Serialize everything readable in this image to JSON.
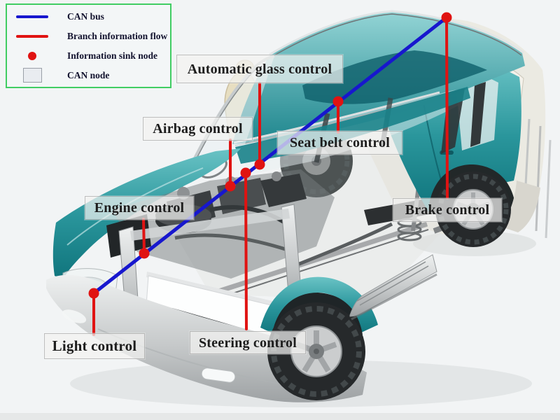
{
  "diagram": {
    "type": "car-can-bus-cutaway-diagram",
    "background_color": "#f2f4f5"
  },
  "colors": {
    "can_bus_blue": "#1717ce",
    "branch_red": "#e01312",
    "legend_border_green": "#41cd63",
    "car_teal": "#2a969c",
    "label_text": "#1d1d1d",
    "label_box_bg": "rgba(243,243,241,0.72)"
  },
  "legend": {
    "items": [
      {
        "icon": "blue-line-swatch",
        "label": "CAN bus"
      },
      {
        "icon": "red-line-swatch",
        "label": "Branch information flow"
      },
      {
        "icon": "red-dot-swatch",
        "label": "Information sink node"
      },
      {
        "icon": "gray-box-swatch",
        "label": "CAN node"
      }
    ]
  },
  "nodes": [
    {
      "id": "automatic-glass-control",
      "label": "Automatic glass control"
    },
    {
      "id": "airbag-control",
      "label": "Airbag control"
    },
    {
      "id": "seat-belt-control",
      "label": "Seat belt control"
    },
    {
      "id": "engine-control",
      "label": "Engine control"
    },
    {
      "id": "brake-control",
      "label": "Brake control"
    },
    {
      "id": "light-control",
      "label": "Light control"
    },
    {
      "id": "steering-control",
      "label": "Steering control"
    }
  ]
}
